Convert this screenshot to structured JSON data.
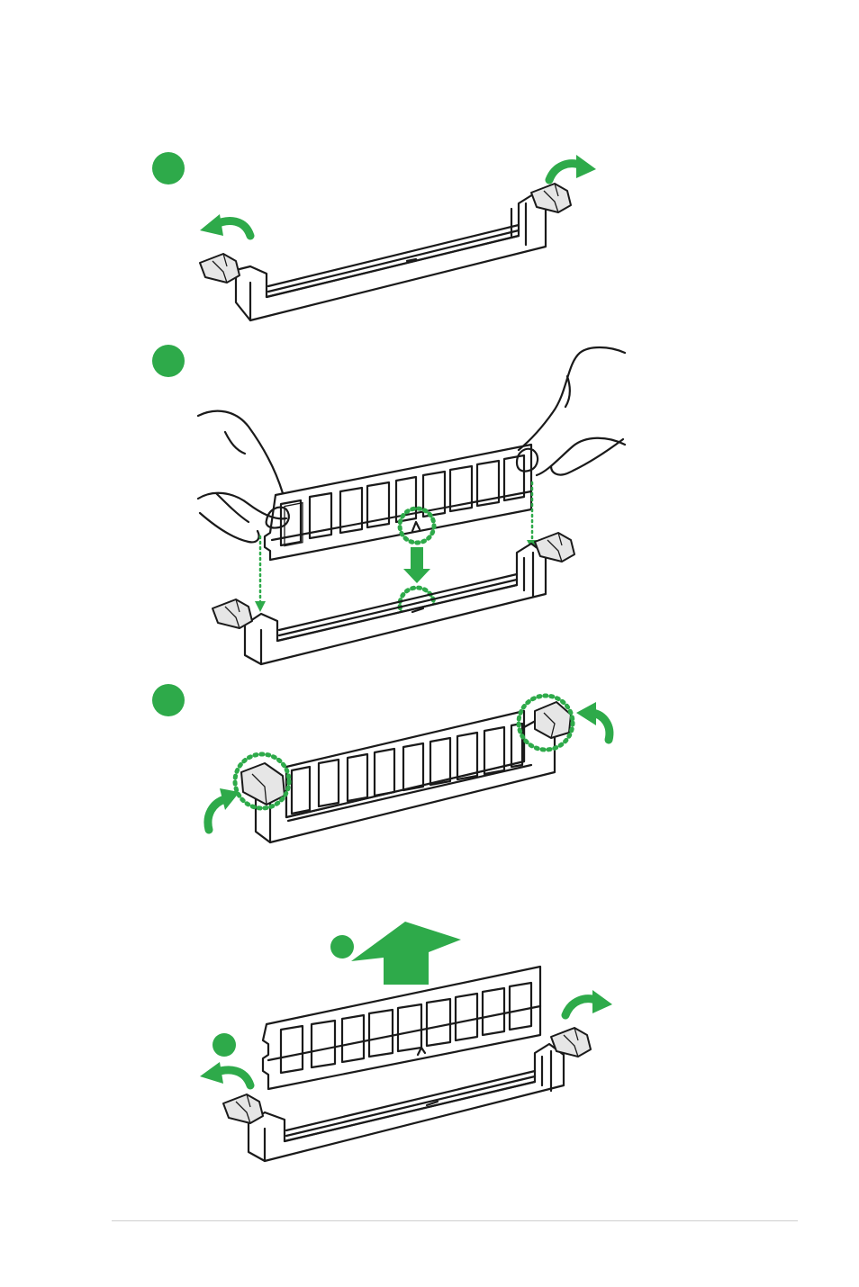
{
  "colors": {
    "accent": "#2eaa4a",
    "ink": "#1a1a1a"
  },
  "steps": [
    {
      "marker": "step-1",
      "content": "unlock-retaining-clips"
    },
    {
      "marker": "step-2",
      "content": "align-and-insert-module"
    },
    {
      "marker": "step-3",
      "content": "clips-lock-module"
    },
    {
      "marker": "remove",
      "content": "release-clips-and-lift-module"
    }
  ]
}
